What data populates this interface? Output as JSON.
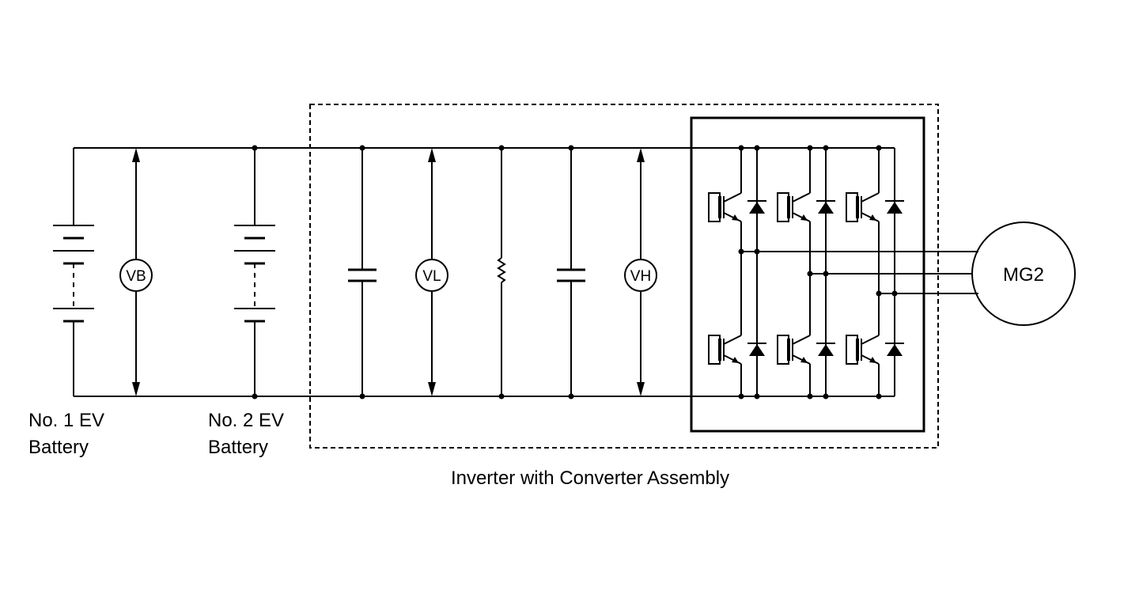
{
  "diagram": {
    "battery1": {
      "line1": "No. 1 EV",
      "line2": "Battery"
    },
    "battery2": {
      "line1": "No. 2 EV",
      "line2": "Battery"
    },
    "assembly_label": "Inverter with Converter Assembly",
    "meters": {
      "vb": "VB",
      "vl": "VL",
      "vh": "VH"
    },
    "motor_label": "MG2"
  }
}
